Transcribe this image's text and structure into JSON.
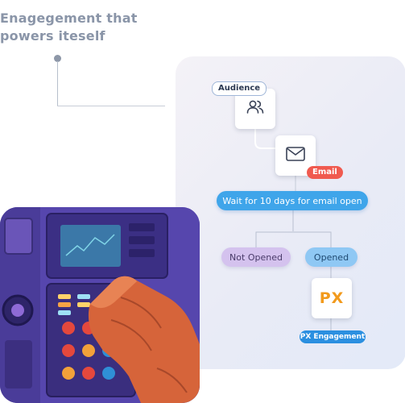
{
  "headline": {
    "line1": "Enagegement that",
    "line2": "powers iteself"
  },
  "flow": {
    "audience_label": "Audience",
    "email_label": "Email",
    "wait_step": "Wait for 10 days for email open",
    "branch_not_opened": "Not Opened",
    "branch_opened": "Opened",
    "px_logo": "PX",
    "px_engagement_label": "PX Engagement"
  },
  "colors": {
    "headline": "#8a95a8",
    "wait_pill": "#3fa5ea",
    "not_opened_pill": "#d4c2ee",
    "opened_pill": "#8fc8f4",
    "email_tag": "#f05a4f",
    "px_accent": "#f29a1c",
    "px_tag": "#2b8fe0"
  },
  "icons": {
    "audience": "users-icon",
    "email": "envelope-icon"
  }
}
